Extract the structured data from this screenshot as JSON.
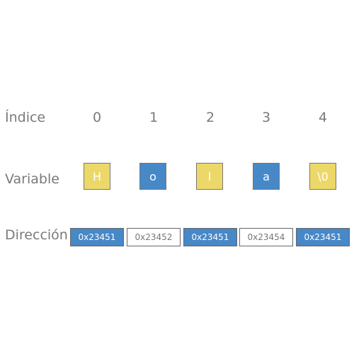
{
  "labels": {
    "index": "Índice",
    "variable": "Variable",
    "address": "Dirección"
  },
  "indices": [
    "0",
    "1",
    "2",
    "3",
    "4"
  ],
  "chars": [
    "H",
    "o",
    "l",
    "a",
    "\\0"
  ],
  "addresses": [
    "0x23451",
    "0x23452",
    "0x23451",
    "0x23454",
    "0x23451"
  ],
  "colors": {
    "yellow": "#ecd868",
    "blue": "#4788c7",
    "label_text": "#7a7a7a",
    "border": "#777777"
  }
}
